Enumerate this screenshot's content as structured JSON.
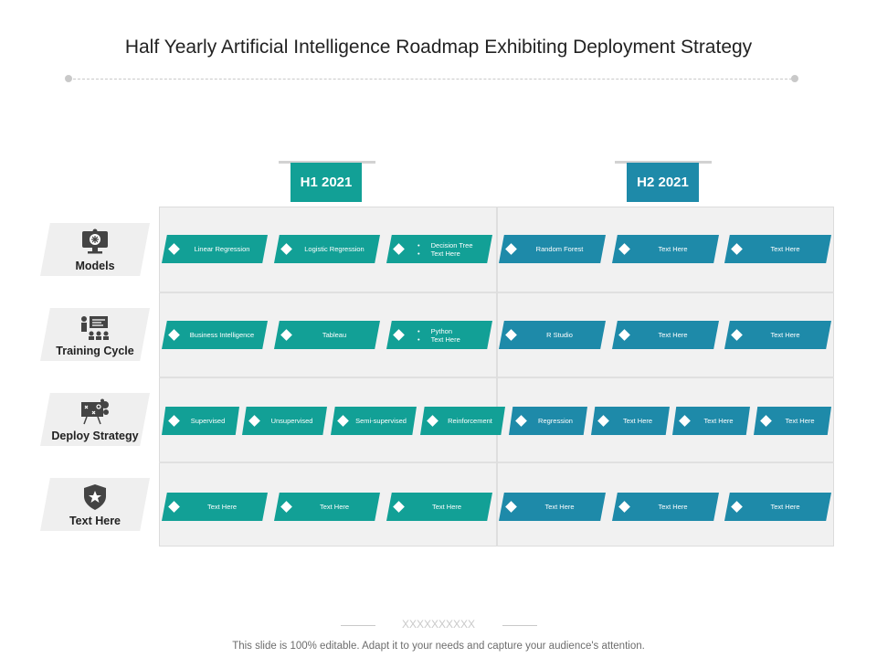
{
  "title": "Half Yearly Artificial Intelligence Roadmap Exhibiting Deployment Strategy",
  "headers": {
    "h1": "H1 2021",
    "h2": "H2 2021"
  },
  "colors": {
    "teal": "#12a096",
    "blue": "#1e8aa9"
  },
  "rows": [
    {
      "label": "Models",
      "icon": "monitor-brain-icon",
      "chips": [
        {
          "text": "Linear Regression",
          "color": "teal"
        },
        {
          "text": "Logistic Regression",
          "color": "teal"
        },
        {
          "bullets": [
            "Decision Tree",
            "Text Here"
          ],
          "color": "teal"
        },
        {
          "text": "Random  Forest",
          "color": "blue"
        },
        {
          "text": "Text Here",
          "color": "blue"
        },
        {
          "text": "Text Here",
          "color": "blue"
        }
      ]
    },
    {
      "label": "Training Cycle",
      "icon": "presentation-team-icon",
      "chips": [
        {
          "text": "Business Intelligence",
          "color": "teal"
        },
        {
          "text": "Tableau",
          "color": "teal"
        },
        {
          "bullets": [
            "Python",
            "Text Here"
          ],
          "color": "teal"
        },
        {
          "text": "R Studio",
          "color": "blue"
        },
        {
          "text": "Text Here",
          "color": "blue"
        },
        {
          "text": "Text Here",
          "color": "blue"
        }
      ]
    },
    {
      "label": "Deploy Strategy",
      "icon": "strategy-board-icon",
      "chips": [
        {
          "text": "Supervised",
          "color": "teal"
        },
        {
          "text": "Unsupervised",
          "color": "teal"
        },
        {
          "text": "Semi-supervised",
          "color": "teal"
        },
        {
          "text": "Reinforcement",
          "color": "teal"
        },
        {
          "text": "Regression",
          "color": "blue"
        },
        {
          "text": "Text Here",
          "color": "blue"
        },
        {
          "text": "Text Here",
          "color": "blue"
        },
        {
          "text": "Text Here",
          "color": "blue"
        }
      ]
    },
    {
      "label": "Text Here",
      "icon": "star-shield-icon",
      "chips": [
        {
          "text": "Text Here",
          "color": "teal"
        },
        {
          "text": "Text Here",
          "color": "teal"
        },
        {
          "text": "Text Here",
          "color": "teal"
        },
        {
          "text": "Text Here",
          "color": "blue"
        },
        {
          "text": "Text Here",
          "color": "blue"
        },
        {
          "text": "Text Here",
          "color": "blue"
        }
      ]
    }
  ],
  "footer_marks": "XXXXXXXXXX",
  "footer": "This slide is 100% editable. Adapt it to your needs and capture your audience's attention."
}
